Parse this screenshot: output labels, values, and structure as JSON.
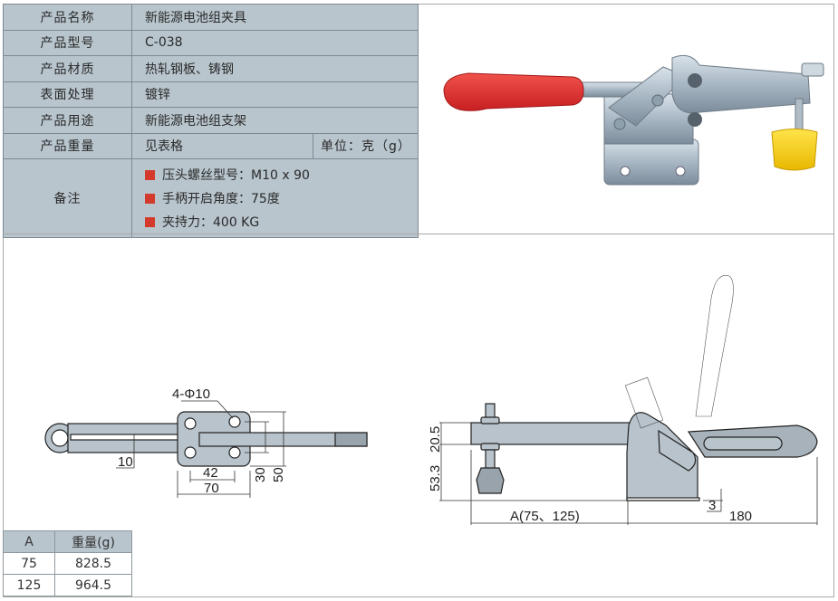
{
  "spec_table": {
    "rows": [
      {
        "label": "产品名称",
        "value": "新能源电池组夹具"
      },
      {
        "label": "产品型号",
        "value": "C-038"
      },
      {
        "label": "产品材质",
        "value": "热轧钢板、铸钢"
      },
      {
        "label": "表面处理",
        "value": "镀锌"
      },
      {
        "label": "产品用途",
        "value": "新能源电池组支架"
      },
      {
        "label": "产品重量",
        "value": "见表格",
        "unit": "单位：克（g）"
      }
    ],
    "notes_label": "备注",
    "notes": [
      "压头螺丝型号：M10 x 90",
      "手柄开启角度：75度",
      "夹持力：400 KG"
    ]
  },
  "colors": {
    "header_bg": "#b8c5cd",
    "bullet": "#d33a2c",
    "handle": "#e0302f",
    "pad": "#f3d017"
  },
  "top_view": {
    "hole_label": "4-Φ10",
    "dim_10": "10",
    "dim_42": "42",
    "dim_70": "70",
    "dim_30": "30",
    "dim_50": "50"
  },
  "side_view": {
    "dim_20_5": "20.5",
    "dim_53_3": "53.3",
    "dim_a": "A(75、125)",
    "dim_3": "3",
    "dim_180": "180"
  },
  "weight_table": {
    "headers": [
      "A",
      "重量(g)"
    ],
    "rows": [
      [
        "75",
        "828.5"
      ],
      [
        "125",
        "964.5"
      ]
    ]
  }
}
